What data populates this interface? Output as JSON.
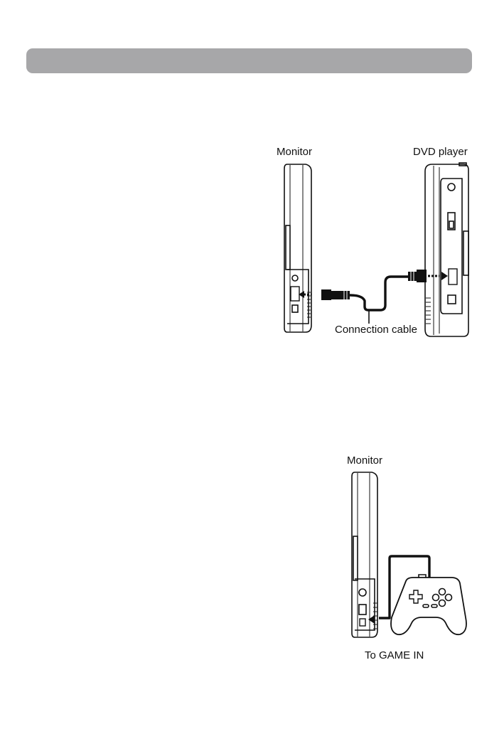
{
  "figure1": {
    "monitor_label": "Monitor",
    "dvd_label": "DVD player",
    "cable_label": "Connection cable"
  },
  "figure2": {
    "monitor_label": "Monitor",
    "port_label": "To GAME IN"
  }
}
